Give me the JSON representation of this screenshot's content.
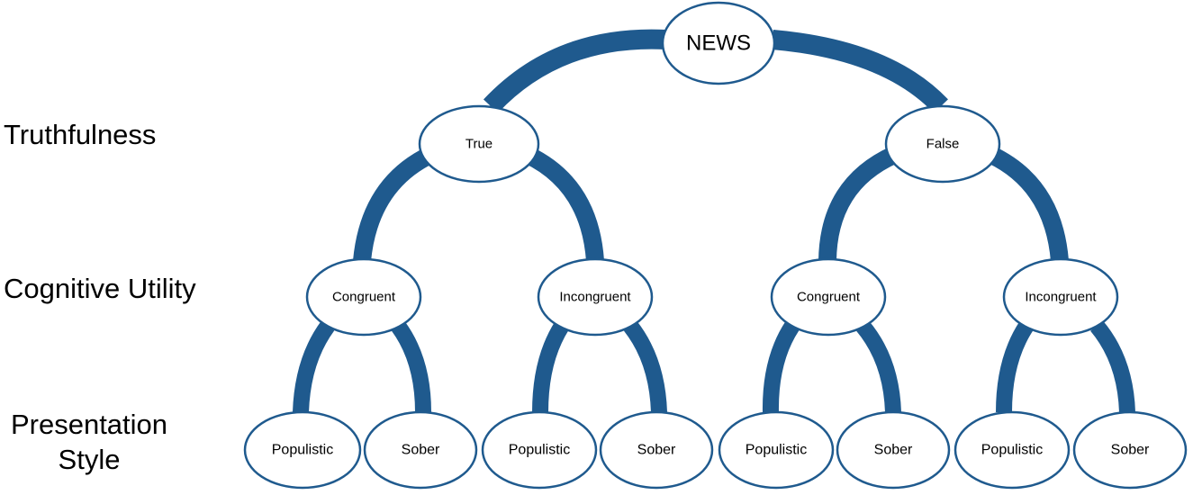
{
  "colors": {
    "branch": "#1f5a8e",
    "node_stroke": "#1f5a8e",
    "node_fill": "#ffffff"
  },
  "levels": [
    {
      "id": "truthfulness",
      "label": "Truthfulness"
    },
    {
      "id": "cognitive",
      "label": "Cognitive Utility"
    },
    {
      "id": "presentation",
      "label_line1": "Presentation",
      "label_line2": "Style"
    }
  ],
  "nodes": {
    "root": {
      "label": "NEWS"
    },
    "true": {
      "label": "True"
    },
    "false": {
      "label": "False"
    },
    "true_congruent": {
      "label": "Congruent"
    },
    "true_incongruent": {
      "label": "Incongruent"
    },
    "false_congruent": {
      "label": "Congruent"
    },
    "false_incongruent": {
      "label": "Incongruent"
    },
    "tc_populistic": {
      "label": "Populistic"
    },
    "tc_sober": {
      "label": "Sober"
    },
    "ti_populistic": {
      "label": "Populistic"
    },
    "ti_sober": {
      "label": "Sober"
    },
    "fc_populistic": {
      "label": "Populistic"
    },
    "fc_sober": {
      "label": "Sober"
    },
    "fi_populistic": {
      "label": "Populistic"
    },
    "fi_sober": {
      "label": "Sober"
    }
  }
}
